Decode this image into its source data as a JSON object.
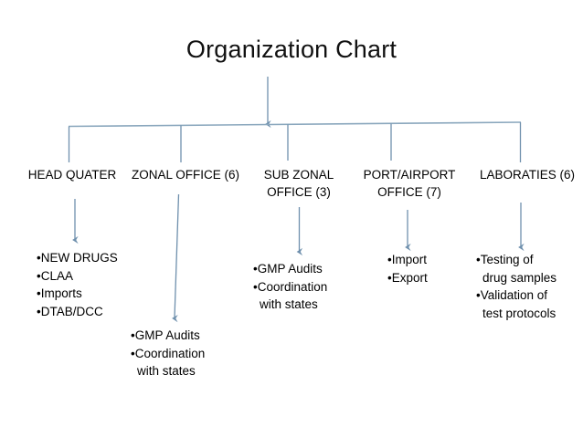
{
  "title": "Organization Chart",
  "colors": {
    "line": "#6f90ad",
    "bus": "#8aa7bd",
    "text": "#000000",
    "background": "#ffffff"
  },
  "nodes": [
    {
      "key": "head-quarter",
      "label": "HEAD QUATER",
      "items": [
        {
          "line1": "NEW DRUGS",
          "line2": ""
        },
        {
          "line1": "CLAA",
          "line2": ""
        },
        {
          "line1": "Imports",
          "line2": ""
        },
        {
          "line1": "DTAB/DCC",
          "line2": ""
        }
      ]
    },
    {
      "key": "zonal-office",
      "label": "ZONAL OFFICE (6)",
      "items": [
        {
          "line1": "GMP Audits",
          "line2": ""
        },
        {
          "line1": "Coordination",
          "line2": "with states"
        }
      ]
    },
    {
      "key": "sub-zonal-office",
      "label": "SUB ZONAL OFFICE (3)",
      "label_line1": "SUB ZONAL",
      "label_line2": "OFFICE (3)",
      "items": [
        {
          "line1": "GMP Audits",
          "line2": ""
        },
        {
          "line1": "Coordination",
          "line2": "with states"
        }
      ]
    },
    {
      "key": "port-airport-office",
      "label": "PORT/AIRPORT OFFICE (7)",
      "label_line1": "PORT/AIRPORT",
      "label_line2": "OFFICE (7)",
      "items": [
        {
          "line1": "Import",
          "line2": ""
        },
        {
          "line1": "Export",
          "line2": ""
        }
      ]
    },
    {
      "key": "laboratories",
      "label": "LABORATIES (6)",
      "items": [
        {
          "line1": "Testing of",
          "line2": "drug samples"
        },
        {
          "line1": "Validation of",
          "line2": "test protocols"
        }
      ]
    }
  ],
  "bullet_char": "•"
}
